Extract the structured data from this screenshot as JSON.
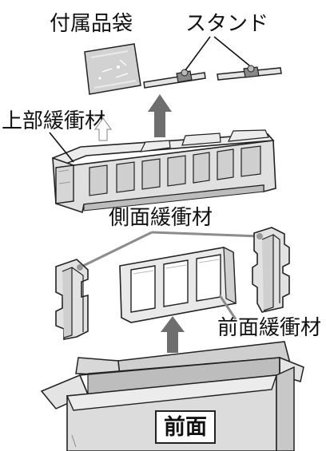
{
  "labels": {
    "accessory_bag": "付属品袋",
    "stand": "スタンド",
    "top_cushion": "上部緩衝材",
    "side_cushion": "側面緩衝材",
    "front_cushion": "前面緩衝材",
    "box_front": "前面"
  },
  "colors": {
    "outline": "#111111",
    "foam_light": "#ececec",
    "foam_mid": "#d4d4d4",
    "foam_dark": "#a9a9a9",
    "arrow": "#6e6e6e",
    "leader": "#8c8c8c",
    "bag": "#cfcfcf"
  }
}
